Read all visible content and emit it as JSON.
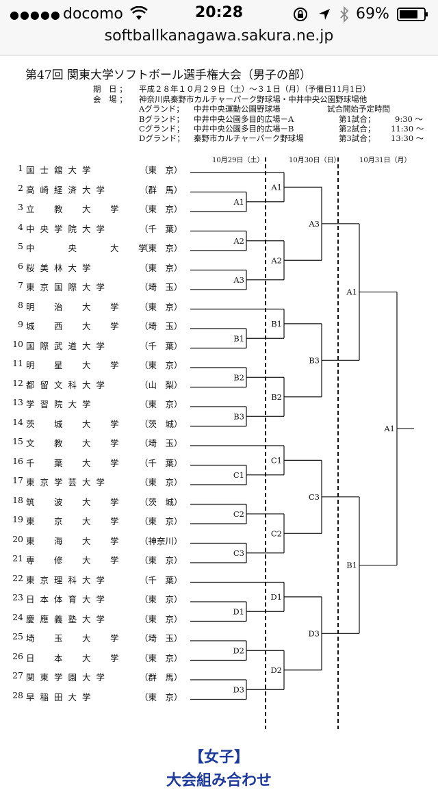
{
  "status_bar": {
    "signal": "●●●●●",
    "carrier": "docomo",
    "time": "20:28",
    "battery": "69%"
  },
  "browser": {
    "url": "softballkanagawa.sakura.ne.jp"
  },
  "sheet": {
    "title": "第47回 関東大学ソフトボール選手権大会（男子の部）",
    "dates_label": "期　日 ；",
    "dates_value": "平成２８年１０月２９日（土）～３１日（月）（予備日11月1日）",
    "venue_label": "会　場 ；",
    "venue_value": "神奈川県秦野市カルチャーパーク野球場・中井中央公園野球場他",
    "grounds": [
      {
        "label": "Aグランド；",
        "place": "中井中央運動公園野球場"
      },
      {
        "label": "Bグランド；",
        "place": "中井中央公園多目的広場－A"
      },
      {
        "label": "Cグランド；",
        "place": "中井中央公園多目的広場－B"
      },
      {
        "label": "Dグランド；",
        "place": "秦野市カルチャーパーク野球場"
      }
    ],
    "start_heading": "試合開始予定時間",
    "games": [
      {
        "label": "第1試合；",
        "time": "9:30 ～"
      },
      {
        "label": "第2試合；",
        "time": "11:30 ～"
      },
      {
        "label": "第3試合；",
        "time": "13:30 ～"
      }
    ],
    "days": [
      "10月29日（土）",
      "10月30日（日）",
      "10月31日（月）"
    ],
    "teams": [
      {
        "num": "1",
        "name": "国士舘大学",
        "pref": "（東　京）"
      },
      {
        "num": "2",
        "name": "高崎経済大学",
        "pref": "（群　馬）"
      },
      {
        "num": "3",
        "name": "立　教　大　学",
        "pref": "（東　京）"
      },
      {
        "num": "4",
        "name": "中央学院大学",
        "pref": "（千　葉）"
      },
      {
        "num": "5",
        "name": "中　　央　　大　学",
        "pref": "（東　京）"
      },
      {
        "num": "6",
        "name": "桜美林大学",
        "pref": "（東　京）"
      },
      {
        "num": "7",
        "name": "東京国際大学",
        "pref": "（埼　玉）"
      },
      {
        "num": "8",
        "name": "明　治　大　学",
        "pref": "（東　京）"
      },
      {
        "num": "9",
        "name": "城　西　大　学",
        "pref": "（埼　玉）"
      },
      {
        "num": "10",
        "name": "国際武道大学",
        "pref": "（千　葉）"
      },
      {
        "num": "11",
        "name": "明　星　大　学",
        "pref": "（東　京）"
      },
      {
        "num": "12",
        "name": "都留文科大学",
        "pref": "（山　梨）"
      },
      {
        "num": "13",
        "name": "学習院大学",
        "pref": "（東　京）"
      },
      {
        "num": "14",
        "name": "茨　城　大　学",
        "pref": "（茨　城）"
      },
      {
        "num": "15",
        "name": "文　教　大　学",
        "pref": "（埼　玉）"
      },
      {
        "num": "16",
        "name": "千　葉　大　学",
        "pref": "（千　葉）"
      },
      {
        "num": "17",
        "name": "東京学芸大学",
        "pref": "（東　京）"
      },
      {
        "num": "18",
        "name": "筑　波　大　学",
        "pref": "（茨　城）"
      },
      {
        "num": "19",
        "name": "東　京　大　学",
        "pref": "（東　京）"
      },
      {
        "num": "20",
        "name": "東　海　大　学",
        "pref": "（神奈川）"
      },
      {
        "num": "21",
        "name": "専　修　大　学",
        "pref": "（東　京）"
      },
      {
        "num": "22",
        "name": "東京理科大学",
        "pref": "（千　葉）"
      },
      {
        "num": "23",
        "name": "日本体育大学",
        "pref": "（東　京）"
      },
      {
        "num": "24",
        "name": "慶應義塾大学",
        "pref": "（東　京）"
      },
      {
        "num": "25",
        "name": "埼　玉　大　学",
        "pref": "（埼　玉）"
      },
      {
        "num": "26",
        "name": "日　本　大　学",
        "pref": "（東　京）"
      },
      {
        "num": "27",
        "name": "関東学園大学",
        "pref": "（群　馬）"
      },
      {
        "num": "28",
        "name": "早稲田大学",
        "pref": "（東　京）"
      }
    ],
    "match_labels": {
      "r1": [
        "A1",
        "A2",
        "A3",
        "B1",
        "B2",
        "B3",
        "C1",
        "C2",
        "C3",
        "D1",
        "D2",
        "D3"
      ],
      "r2": [
        "A1",
        "A2",
        "B1",
        "B2",
        "C1",
        "C2",
        "D1",
        "D2"
      ],
      "r3": [
        "A3",
        "B3",
        "C3",
        "D3"
      ],
      "r4": [
        "A1",
        "B1"
      ],
      "final": "A1"
    }
  },
  "footer": {
    "women_heading": "【女子】",
    "next_heading": "大会組み合わせ"
  }
}
